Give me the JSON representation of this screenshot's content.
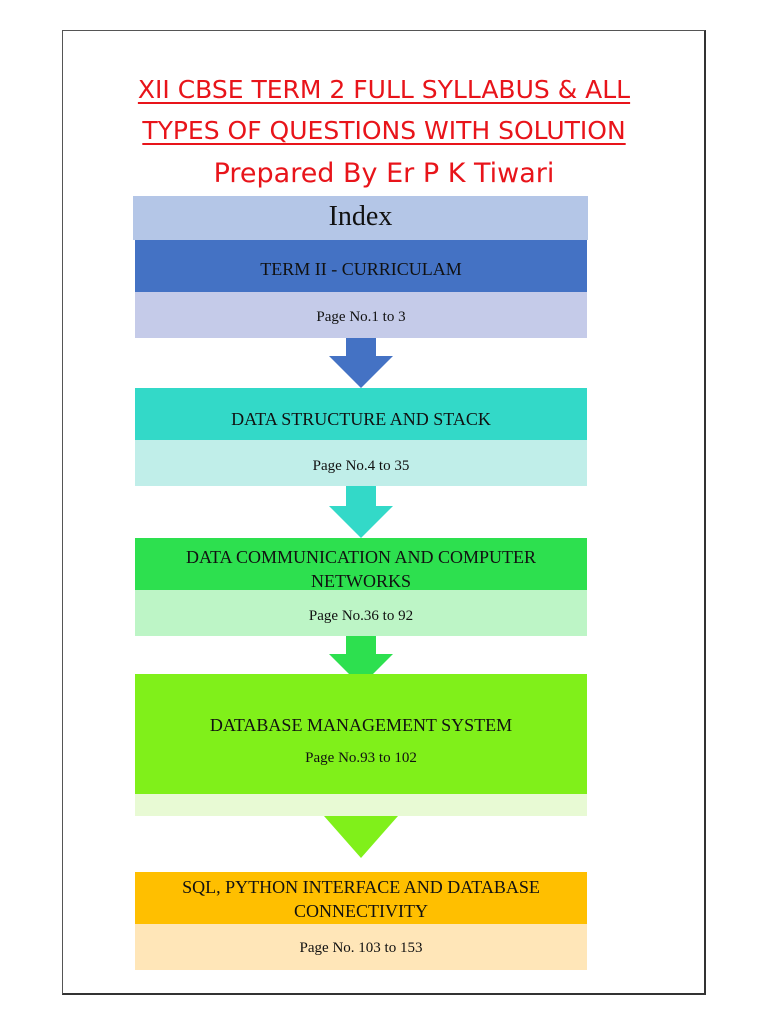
{
  "header": {
    "line1": "XII CBSE TERM 2 FULL SYLLABUS & ALL",
    "line2": "TYPES OF QUESTIONS WITH SOLUTION",
    "line3": "Prepared By Er P K Tiwari"
  },
  "index": {
    "title": "Index",
    "sections": [
      {
        "title": "TERM II - CURRICULAM",
        "pages": "Page No.1 to 3"
      },
      {
        "title": "DATA STRUCTURE AND STACK",
        "pages": "Page No.4 to 35"
      },
      {
        "title_line1": "DATA COMMUNICATION AND COMPUTER",
        "title_line2": "NETWORKS",
        "pages": "Page No.36 to 92"
      },
      {
        "title": "DATABASE MANAGEMENT SYSTEM",
        "pages": "Page No.93 to 102"
      },
      {
        "title_line1": "SQL, PYTHON INTERFACE AND DATABASE",
        "title_line2": "CONNECTIVITY",
        "pages": "Page No. 103 to 153"
      }
    ]
  },
  "colors": {
    "header_red": "#e8141a",
    "index_bg": "#b4c6e7",
    "sec1_head": "#4472c4",
    "sec1_body": "#c5cbe9",
    "sec2_head": "#33d9c8",
    "sec2_body": "#c0eee9",
    "sec3_head": "#2de04f",
    "sec3_body": "#bdf5c6",
    "sec4_head": "#80f01a",
    "sec4_body": "#e8fad4",
    "sec5_head": "#ffbf00",
    "sec5_body": "#ffe6b8"
  }
}
